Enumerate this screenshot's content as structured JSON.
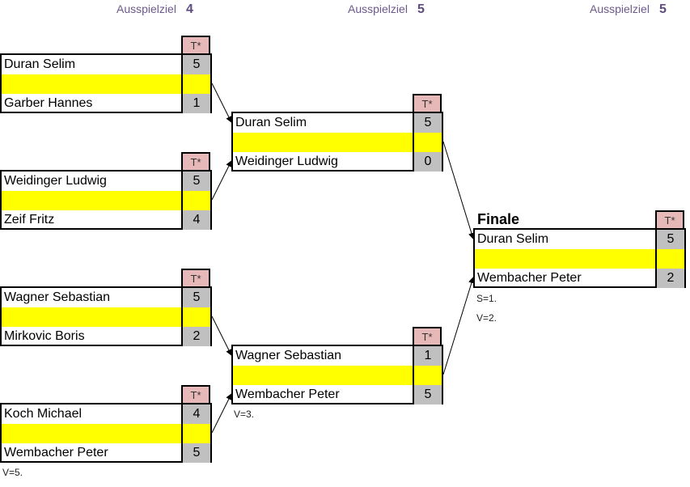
{
  "headers": [
    {
      "label": "Ausspielziel",
      "value": "4"
    },
    {
      "label": "Ausspielziel",
      "value": "5"
    },
    {
      "label": "Ausspielziel",
      "value": "5"
    }
  ],
  "column_label": "T*",
  "round1": [
    {
      "player1": "Duran Selim",
      "score1": "5",
      "player2": "Garber Hannes",
      "score2": "1",
      "note": ""
    },
    {
      "player1": "Weidinger Ludwig",
      "score1": "5",
      "player2": "Zeif Fritz",
      "score2": "4",
      "note": ""
    },
    {
      "player1": "Wagner Sebastian",
      "score1": "5",
      "player2": "Mirkovic Boris",
      "score2": "2",
      "note": ""
    },
    {
      "player1": "Koch Michael",
      "score1": "4",
      "player2": "Wembacher Peter",
      "score2": "5",
      "note": "V=5."
    }
  ],
  "round2": [
    {
      "player1": "Duran Selim",
      "score1": "5",
      "player2": "Weidinger Ludwig",
      "score2": "0",
      "note": ""
    },
    {
      "player1": "Wagner Sebastian",
      "score1": "1",
      "player2": "Wembacher Peter",
      "score2": "5",
      "note": "V=3."
    }
  ],
  "final": {
    "title": "Finale",
    "player1": "Duran Selim",
    "score1": "5",
    "player2": "Wembacher Peter",
    "score2": "2",
    "note_winner": "S=1.",
    "note_loser": "V=2."
  },
  "colors": {
    "highlight": "#ffff00",
    "score_bg": "#c0c0c0",
    "header_bg": "#e6b8b8",
    "ausspielziel_text": "#6b5a8a"
  }
}
